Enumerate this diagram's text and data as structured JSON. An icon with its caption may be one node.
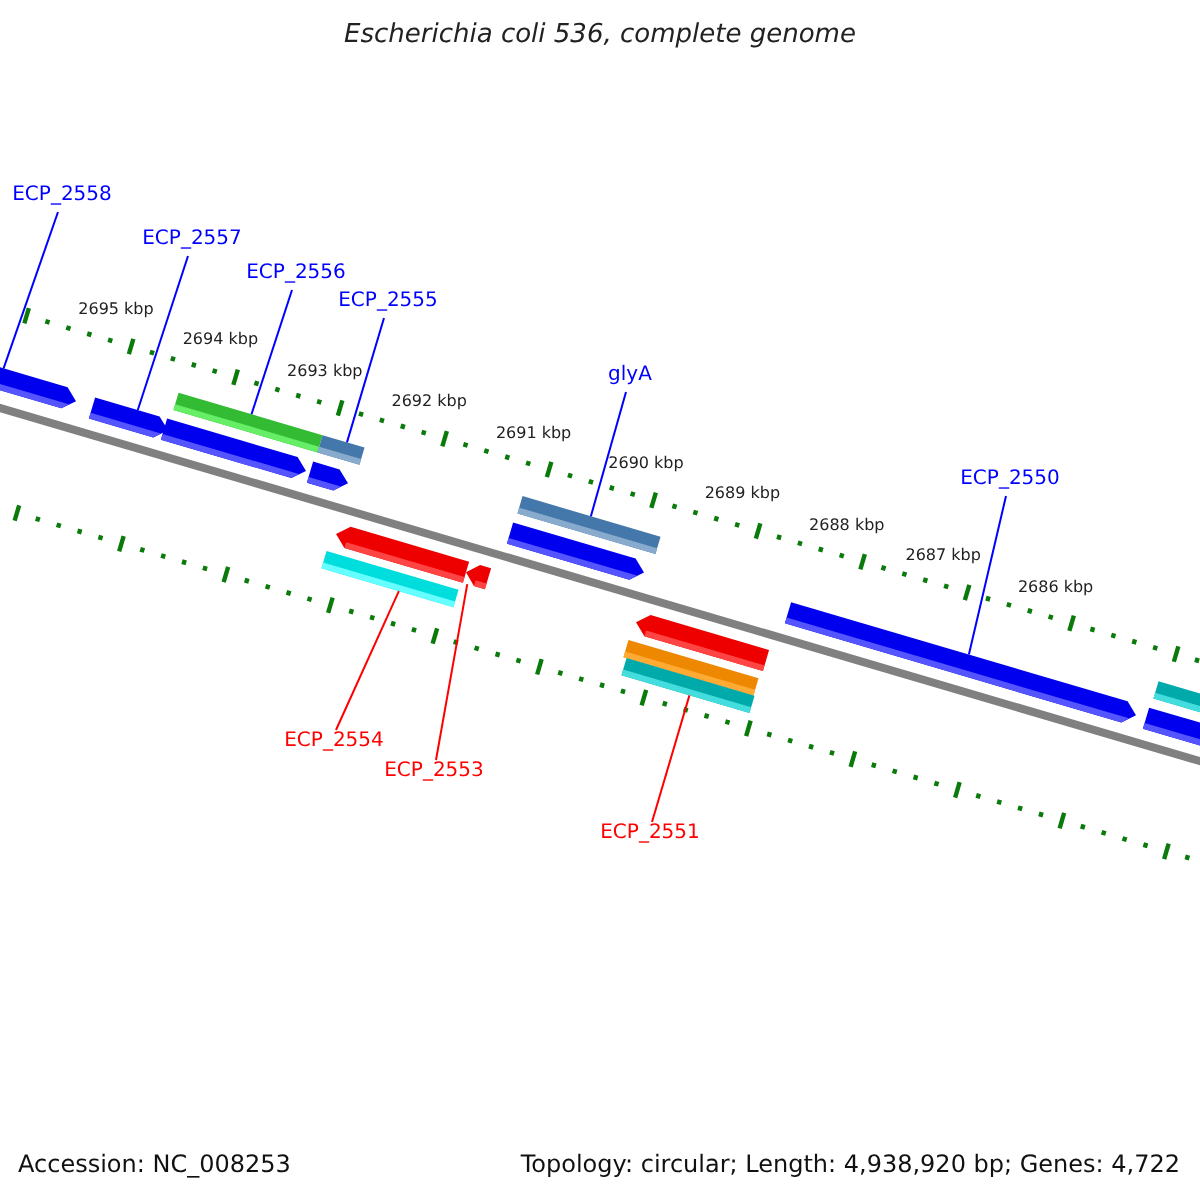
{
  "diagram": {
    "title": "Escherichia coli 536, complete genome",
    "nodes": [
      {
        "text": [
          "ECP_2558"
        ]
      },
      {
        "text": [
          "ECP_2557"
        ]
      },
      {
        "text": [
          "ECP_2556"
        ]
      },
      {
        "text": [
          "ECP_2555"
        ]
      },
      {
        "text": [
          "glyA"
        ]
      },
      {
        "text": [
          "ECP_2550"
        ]
      },
      {
        "text": [
          "ECP_2554"
        ]
      },
      {
        "text": [
          "ECP_2553"
        ]
      },
      {
        "text": [
          "ECP_2551"
        ]
      },
      {
        "text": [],
        "shape": "bar"
      },
      {
        "text": [],
        "shape": "bar"
      },
      {
        "text": [],
        "shape": "bar"
      },
      {
        "text": [],
        "shape": "bar"
      },
      {
        "text": [],
        "shape": "bar"
      },
      {
        "text": [],
        "shape": "bar"
      },
      {
        "text": [],
        "shape": "bar"
      },
      {
        "text": [],
        "shape": "bar"
      },
      {
        "text": [],
        "shape": "bar"
      }
    ],
    "edges": [
      {
        "from": 0,
        "to": 9,
        "arrow": "none"
      },
      {
        "from": 1,
        "to": 10,
        "arrow": "none"
      },
      {
        "from": 2,
        "to": 11,
        "arrow": "none"
      },
      {
        "from": 3,
        "to": 12,
        "arrow": "none"
      },
      {
        "from": 4,
        "to": 13,
        "arrow": "none"
      },
      {
        "from": 5,
        "to": 14,
        "arrow": "none"
      },
      {
        "from": 6,
        "to": 15,
        "arrow": "none",
        "color": "#ff0000"
      },
      {
        "from": 7,
        "to": 16,
        "arrow": "none",
        "color": "#ff0000"
      },
      {
        "from": 8,
        "to": 17,
        "arrow": "none",
        "color": "#ff0000"
      }
    ],
    "labels": [
      "2695 kbp",
      "2694 kbp",
      "2693 kbp",
      "2692 kbp",
      "2691 kbp",
      "2690 kbp",
      "2689 kbp",
      "2688 kbp",
      "2687 kbp",
      "2686 kbp",
      "Accession: NC_008253",
      "Topology: circular; Length: 4,938,920 bp; Genes: 4,722"
    ]
  }
}
